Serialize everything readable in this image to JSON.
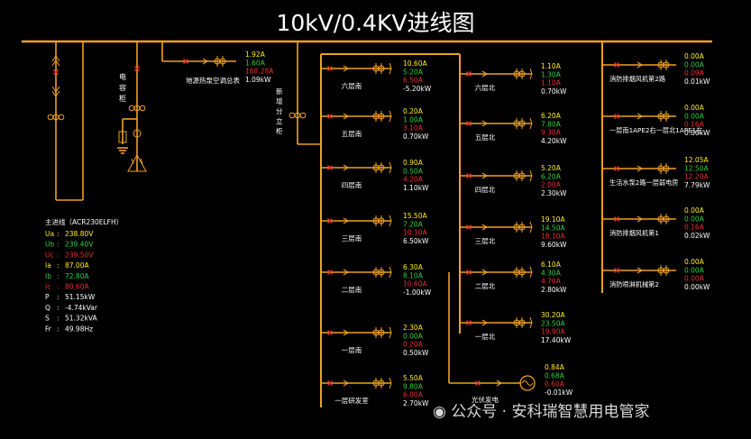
{
  "title": "10kV/0.4KV进线图",
  "watermark": "公众号 · 安科瑞智慧用电管家",
  "colors": {
    "bus": "#f0a020",
    "breaker": "#e83030",
    "green": "#30d040",
    "yellow": "#ffee20",
    "red": "#e83030",
    "white": "#ffffff"
  },
  "main_incoming": {
    "title": "主进线（ACR230ELFH）",
    "rows": [
      {
        "label": "Ua",
        "value": "238.80V",
        "color": "yellow"
      },
      {
        "label": "Ub",
        "value": "239.40V",
        "color": "green"
      },
      {
        "label": "Uc",
        "value": "239.50V",
        "color": "red"
      },
      {
        "label": "Ia",
        "value": "87.00A",
        "color": "yellow"
      },
      {
        "label": "Ib",
        "value": "72.80A",
        "color": "green"
      },
      {
        "label": "Ic",
        "value": "80.60A",
        "color": "red"
      },
      {
        "label": "P",
        "value": "51.15kW",
        "color": "white"
      },
      {
        "label": "Q",
        "value": "-4.74kVar",
        "color": "white"
      },
      {
        "label": "S",
        "value": "51.32kVA",
        "color": "white"
      },
      {
        "label": "Fr",
        "value": "49.98Hz",
        "color": "white"
      }
    ]
  },
  "capacitor_label": "电容柜",
  "new_cabinet_label": "新增分立柜",
  "top_feeder": {
    "name": "地源热泵空调总表",
    "ia": "1.92A",
    "ib": "1.60A",
    "ic": "168.28A",
    "p": "1.09kW"
  },
  "south_feeders": [
    {
      "name": "六层南",
      "ia": "10.60A",
      "ib": "5.20A",
      "ic": "6.50A",
      "p": "-5.20kW"
    },
    {
      "name": "五层南",
      "ia": "0.20A",
      "ib": "1.00A",
      "ic": "3.10A",
      "p": "0.70kW"
    },
    {
      "name": "四层南",
      "ia": "0.90A",
      "ib": "0.50A",
      "ic": "4.20A",
      "p": "1.10kW"
    },
    {
      "name": "三层南",
      "ia": "15.50A",
      "ib": "7.20A",
      "ic": "10.10A",
      "p": "6.50kW"
    },
    {
      "name": "二层南",
      "ia": "6.30A",
      "ib": "8.10A",
      "ic": "10.60A",
      "p": "-1.00kW"
    },
    {
      "name": "一层南",
      "ia": "2.30A",
      "ib": "0.00A",
      "ic": "0.20A",
      "p": "0.50kW"
    },
    {
      "name": "一层研发室",
      "ia": "5.50A",
      "ib": "9.80A",
      "ic": "6.00A",
      "p": "2.70kW"
    }
  ],
  "north_feeders": [
    {
      "name": "六层北",
      "ia": "1.10A",
      "ib": "1.30A",
      "ic": "1.10A",
      "p": "0.70kW"
    },
    {
      "name": "五层北",
      "ia": "6.20A",
      "ib": "7.80A",
      "ic": "9.30A",
      "p": "4.20kW"
    },
    {
      "name": "四层北",
      "ia": "5.20A",
      "ib": "6.20A",
      "ic": "2.00A",
      "p": "2.30kW"
    },
    {
      "name": "三层北",
      "ia": "19.10A",
      "ib": "14.50A",
      "ic": "18.10A",
      "p": "9.60kW"
    },
    {
      "name": "二层北",
      "ia": "6.10A",
      "ib": "4.30A",
      "ic": "4.70A",
      "p": "2.80kW"
    },
    {
      "name": "一层北",
      "ia": "30.20A",
      "ib": "23.50A",
      "ic": "19.90A",
      "p": "17.40kW"
    }
  ],
  "pv": {
    "name": "光伏发电",
    "ia": "0.84A",
    "ib": "0.68A",
    "ic": "0.60A",
    "p": "-0.01kW"
  },
  "right_feeders": [
    {
      "name": "消防排烟风机第2路",
      "ia": "0.00A",
      "ib": "0.00A",
      "ic": "0.09A",
      "p": "0.01kW"
    },
    {
      "name": "一层南1APE2右一层北1APE1左",
      "ia": "0.00A",
      "ib": "0.00A",
      "ic": "0.16A",
      "p": "0.00kW"
    },
    {
      "name": "生活水泵2路一层弱电房",
      "ia": "12.05A",
      "ib": "12.50A",
      "ic": "12.20A",
      "p": "7.79kW"
    },
    {
      "name": "消防排烟风机第1",
      "ia": "0.00A",
      "ib": "0.00A",
      "ic": "0.16A",
      "p": "0.02kW"
    },
    {
      "name": "消防喷淋机械第2",
      "ia": "0.00A",
      "ib": "0.00A",
      "ic": "0.00A",
      "p": "0.00kW"
    }
  ]
}
